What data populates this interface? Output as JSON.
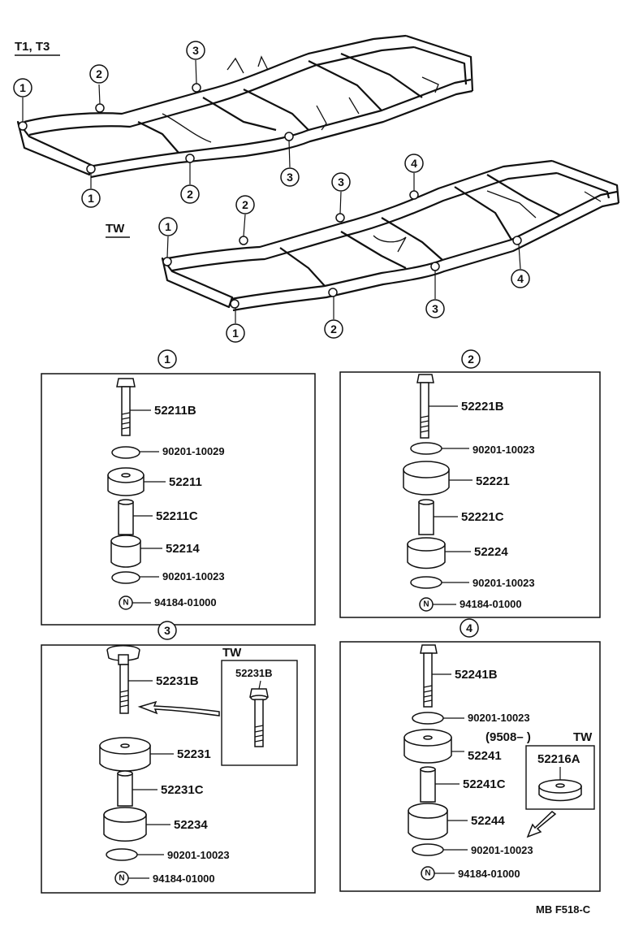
{
  "header": {
    "t1t3": "T1, T3",
    "tw": "TW"
  },
  "callouts": {
    "c1": "1",
    "c2": "2",
    "c3": "3",
    "c4": "4"
  },
  "box1": {
    "title": "1",
    "parts": [
      "52211B",
      "90201-10029",
      "52211",
      "52211C",
      "52214",
      "90201-10023",
      "94184-01000"
    ]
  },
  "box2": {
    "title": "2",
    "parts": [
      "52221B",
      "90201-10023",
      "52221",
      "52221C",
      "52224",
      "90201-10023",
      "94184-01000"
    ]
  },
  "box3": {
    "title": "3",
    "parts": [
      "52231B",
      "52231",
      "52231C",
      "52234",
      "90201-10023",
      "94184-01000"
    ],
    "inset_label": "TW",
    "inset_part": "52231B"
  },
  "box4": {
    "title": "4",
    "parts": [
      "52241B",
      "90201-10023",
      "52241",
      "52241C",
      "52244",
      "90201-10023",
      "94184-01000"
    ],
    "inset_note": "(9508–      )",
    "inset_label": "TW",
    "inset_part": "52216A"
  },
  "nut_symbol": "N",
  "footer": "MB F518-C"
}
